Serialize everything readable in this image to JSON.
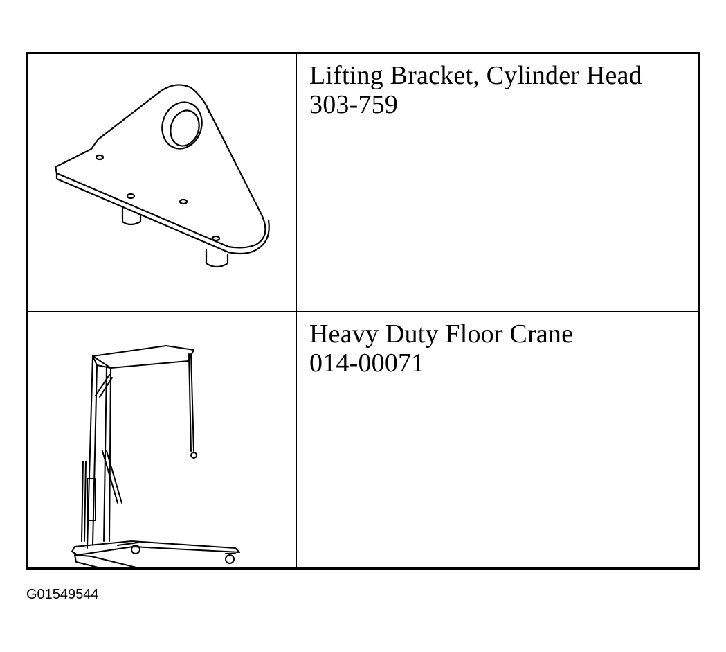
{
  "tools": [
    {
      "name": "Lifting Bracket, Cylinder Head",
      "number": "303-759",
      "illustration": "lifting-bracket-icon"
    },
    {
      "name": "Heavy Duty Floor Crane",
      "number": "014-00071",
      "illustration": "floor-crane-icon"
    }
  ],
  "figure_id": "G01549544"
}
